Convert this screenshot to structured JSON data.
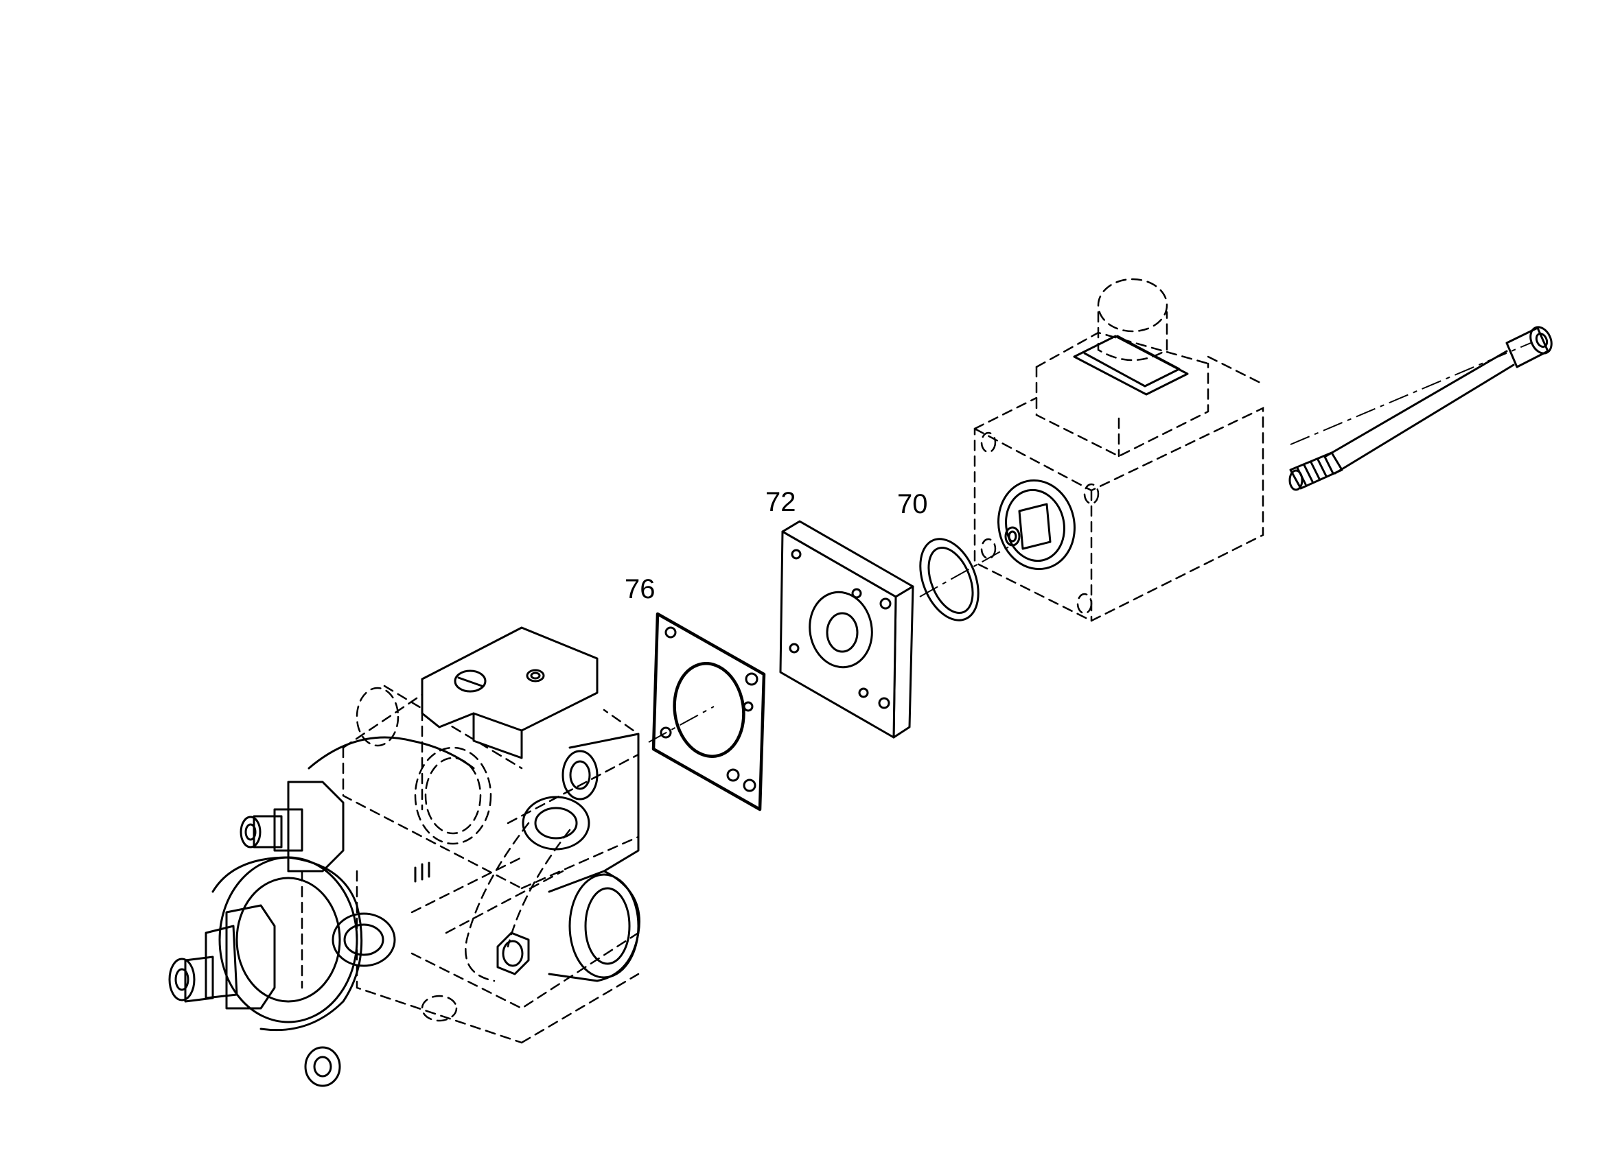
{
  "callouts": {
    "part_76": "76",
    "part_72": "72",
    "part_70": "70"
  },
  "colors": {
    "background": "#ffffff",
    "line": "#000000"
  }
}
